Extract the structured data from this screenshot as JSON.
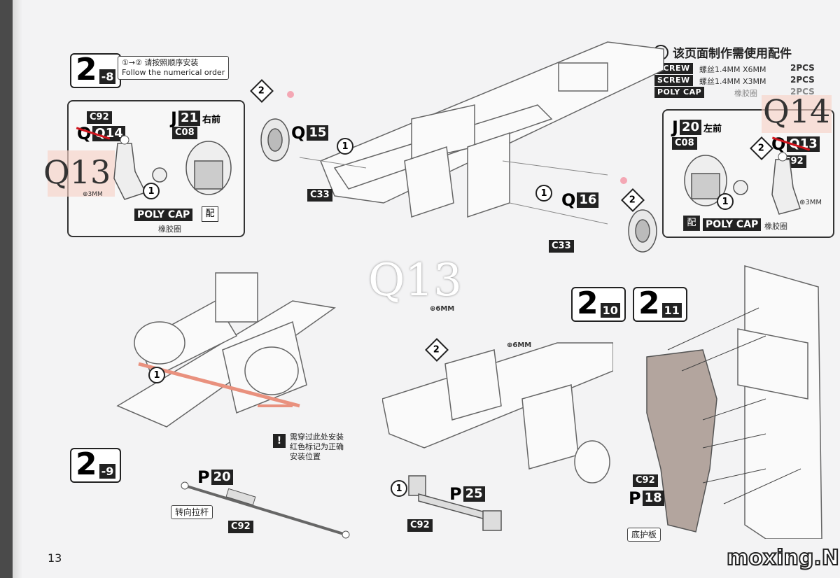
{
  "page_number": "13",
  "watermark": "moxing.NET",
  "overlay_q13_center": "Q13",
  "steps": {
    "s28": {
      "num": "2",
      "sub": "-8"
    },
    "s29": {
      "num": "2",
      "sub": "-9"
    },
    "s210": {
      "num": "2",
      "sub": "10"
    },
    "s211": {
      "num": "2",
      "sub": "11"
    }
  },
  "order_note": {
    "cn": "①→② 请按照顺序安装",
    "en": "Follow the numerical order"
  },
  "parts_list": {
    "title": "该页面制作需使用配件",
    "rows": [
      {
        "type": "SCREW",
        "desc": "螺丝1.4MM X6MM",
        "qty": "2PCS"
      },
      {
        "type": "SCREW",
        "desc": "螺丝1.4MM X3MM",
        "qty": "2PCS"
      },
      {
        "type": "POLY CAP",
        "desc": "橡胶圈",
        "qty": "2PCS"
      }
    ]
  },
  "left_inset": {
    "c92": "C92",
    "q_struck": "Q14",
    "overlay": "Q13",
    "j": "J",
    "j_num": "21",
    "j_cn": "右前",
    "c08": "C08",
    "polycap": "POLY CAP",
    "pei": "配",
    "polycap_cn": "橡胶圈",
    "screw": "3MM"
  },
  "right_inset": {
    "j": "J",
    "j_num": "20",
    "j_cn": "左前",
    "c08": "C08",
    "q_struck": "Q13",
    "overlay": "Q14",
    "c92": "C92",
    "polycap": "POLY CAP",
    "pei": "配",
    "polycap_cn": "橡胶圈",
    "screw": "3MM"
  },
  "top_center": {
    "q15": "15",
    "q16": "16",
    "c33_a": "C33",
    "c33_b": "C33",
    "q": "Q"
  },
  "step29": {
    "p": "P",
    "p_num": "20",
    "tierod_cn": "转向拉杆",
    "c92": "C92",
    "warning": [
      "需穿过此处安装",
      "红色标记为正确",
      "安装位置"
    ]
  },
  "step210": {
    "screw_a": "6MM",
    "screw_b": "6MM",
    "p": "P",
    "p_num": "25",
    "c92": "C92"
  },
  "step211": {
    "c92": "C92",
    "p": "P",
    "p_num": "18",
    "skid_cn": "底护板"
  },
  "nums": {
    "one": "1",
    "two": "2"
  }
}
